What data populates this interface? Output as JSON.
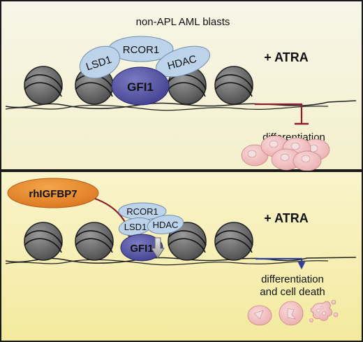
{
  "colors": {
    "panel_top": "#f7f6e6",
    "panel_bottom": "#f6efb4",
    "border": "#1a1a1a",
    "nucleosome": "#6e6e6e",
    "gfi1": "#5a5aa8",
    "corepressor": "#bcd3ea",
    "rhigfbp7": "#e98a2e",
    "inhibit_arrow": "#8c1c2e",
    "promote_arrow": "#2f3e9e",
    "cell_pink": "#f2c6c6",
    "cell_nucleus": "#f4dfe0"
  },
  "top_panel": {
    "title": "non-APL AML blasts",
    "treatment": "+ ATRA",
    "corepressors": [
      "RCOR1",
      "LSD1",
      "HDAC"
    ],
    "factor": "GFI1",
    "outcome": "differentiation",
    "effect": "inhibition"
  },
  "bottom_panel": {
    "treatment": "+ ATRA",
    "agent": "rhIGFBP7",
    "corepressors": [
      "RCOR1",
      "LSD1",
      "HDAC"
    ],
    "factor": "GFI1",
    "gfi1_change": "decrease",
    "outcome_line1": "differentiation",
    "outcome_line2": "and cell death",
    "effect": "promotion"
  }
}
